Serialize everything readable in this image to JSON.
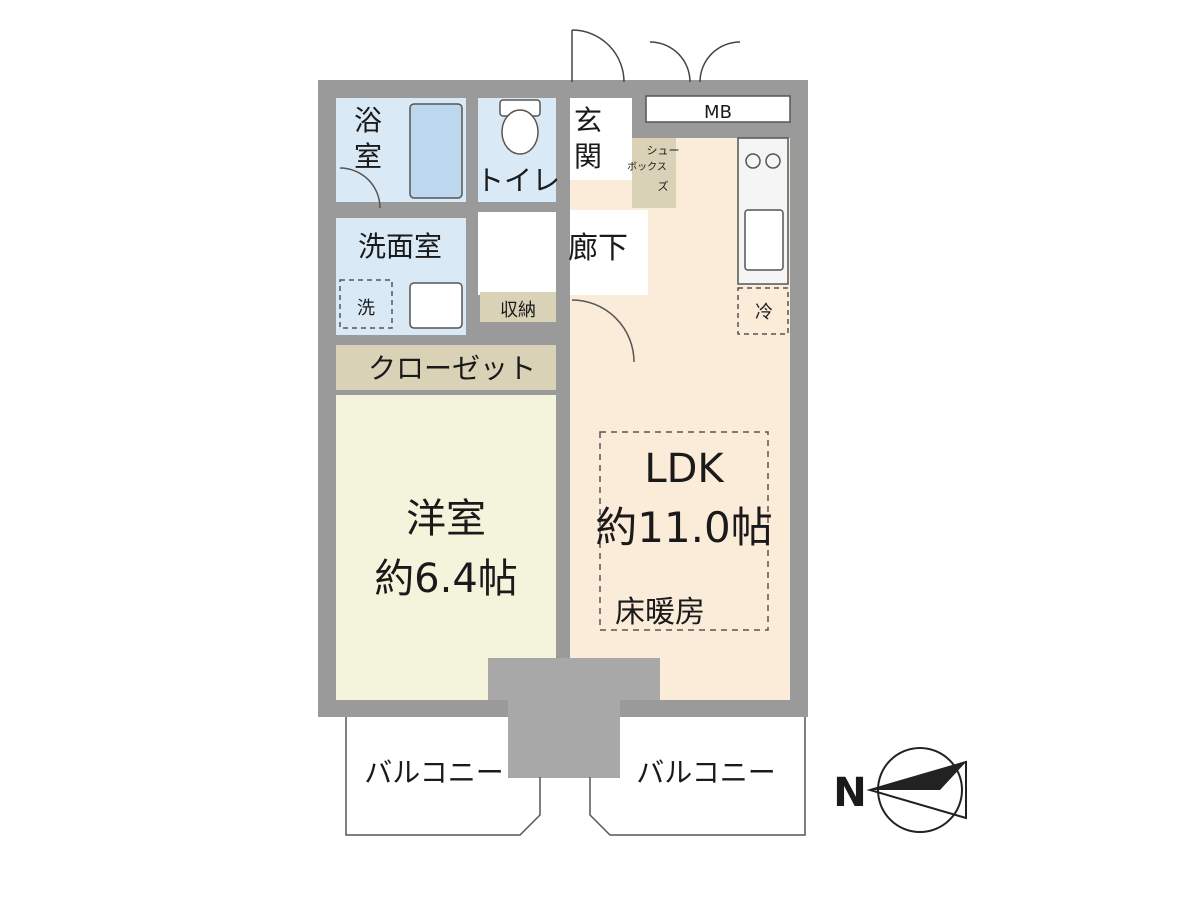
{
  "rooms": {
    "bath": {
      "line1": "浴",
      "line2": "室"
    },
    "toilet": "トイレ",
    "entrance": {
      "line1": "玄",
      "line2": "関"
    },
    "shoe_box": {
      "line1": "シュー",
      "line2": "ボックス",
      "line3": "ズ"
    },
    "mb": "MB",
    "washroom": "洗面室",
    "washer": "洗",
    "hallway": "廊下",
    "storage": "収納",
    "fridge": "冷",
    "closet": "クローゼット",
    "western_room": {
      "name": "洋室",
      "area": "約6.4帖"
    },
    "ldk": {
      "name": "LDK",
      "area": "約11.0帖",
      "feature": "床暖房"
    },
    "balcony_left": "バルコニー",
    "balcony_right": "バルコニー"
  },
  "compass": {
    "letter": "N"
  },
  "colors": {
    "wall": "#9a9a9a",
    "wet_area": "#d9e9f5",
    "ldk": "#fbebd9",
    "western_room": "#f4f4dc",
    "storage": "#d9d2b6",
    "column": "#a8a8a8"
  }
}
